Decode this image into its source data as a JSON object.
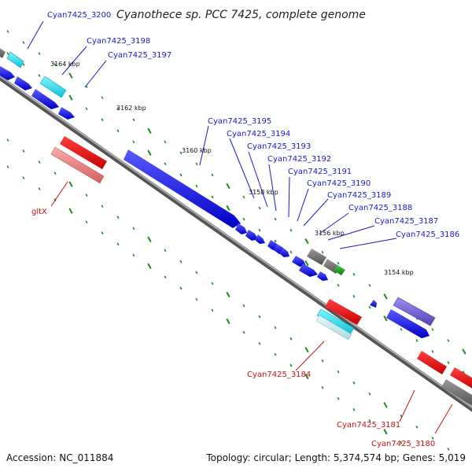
{
  "title": "Cyanothece sp. PCC 7425, complete genome",
  "footer": {
    "accession": "Accession: NC_011884",
    "topology": "Topology: circular; Length: 5,374,574 bp; Genes: 5,019"
  },
  "ticks": [
    "3164 kbp",
    "3162 kbp",
    "3160 kbp",
    "3158 kbp",
    "3156 kbp",
    "3154 kbp"
  ],
  "labels": {
    "c3200": "Cyan7425_3200",
    "c3198": "Cyan7425_3198",
    "c3197": "Cyan7425_3197",
    "c3195": "Cyan7425_3195",
    "c3194": "Cyan7425_3194",
    "c3193": "Cyan7425_3193",
    "c3192": "Cyan7425_3192",
    "c3191": "Cyan7425_3191",
    "c3190": "Cyan7425_3190",
    "c3189": "Cyan7425_3189",
    "c3188": "Cyan7425_3188",
    "c3187": "Cyan7425_3187",
    "c3186": "Cyan7425_3186",
    "gltX": "gltX",
    "c3184": "Cyan7425_3184",
    "c3181": "Cyan7425_3181",
    "c3180": "Cyan7425_3180"
  },
  "colors": {
    "forward": "#1010ee",
    "reverse": "#ee1010",
    "rna_cyan": "#22e0f0",
    "pseudo_gray": "#606060",
    "green": "#1a9a1a",
    "purple": "#6a5acd",
    "backbone": "#777777",
    "tick_green": "#1a8a1a",
    "label_blue": "#1a1acc",
    "label_red": "#cc1010"
  }
}
